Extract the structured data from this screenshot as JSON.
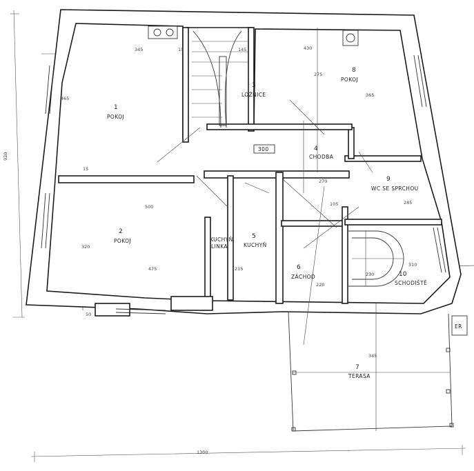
{
  "rooms": [
    {
      "number": "1",
      "name": "POKOJ"
    },
    {
      "number": "2",
      "name": "POKOJ"
    },
    {
      "number": "3",
      "name": "LOŽNICE"
    },
    {
      "number": "4",
      "name": "CHODBA"
    },
    {
      "number": "5",
      "name": "KUCHYŇ"
    },
    {
      "number": "6",
      "name": "ZÁCHOD"
    },
    {
      "number": "7",
      "name": "TERASA"
    },
    {
      "number": "8",
      "name": "POKOJ"
    },
    {
      "number": "9",
      "name": "WC SE SPRCHOU"
    },
    {
      "number": "10",
      "name": "SCHODIŠTĚ"
    }
  ],
  "extra_labels": {
    "pantry_line1": "KUCHYŇ.",
    "pantry_line2": "LINKA",
    "hall_box": "300",
    "er_box": "ER"
  },
  "dimensions": {
    "total_width": "1300",
    "total_height": "920",
    "d1": "345",
    "d2": "15",
    "d3": "145",
    "d4": "430",
    "d5": "465",
    "d6": "275",
    "d7": "365",
    "d8": "500",
    "d9": "320",
    "d10": "475",
    "d11": "215",
    "d12": "270",
    "d13": "105",
    "d14": "220",
    "d15": "310",
    "d16": "230",
    "d17": "345",
    "d18": "50",
    "d19": "285",
    "d20": "15"
  }
}
